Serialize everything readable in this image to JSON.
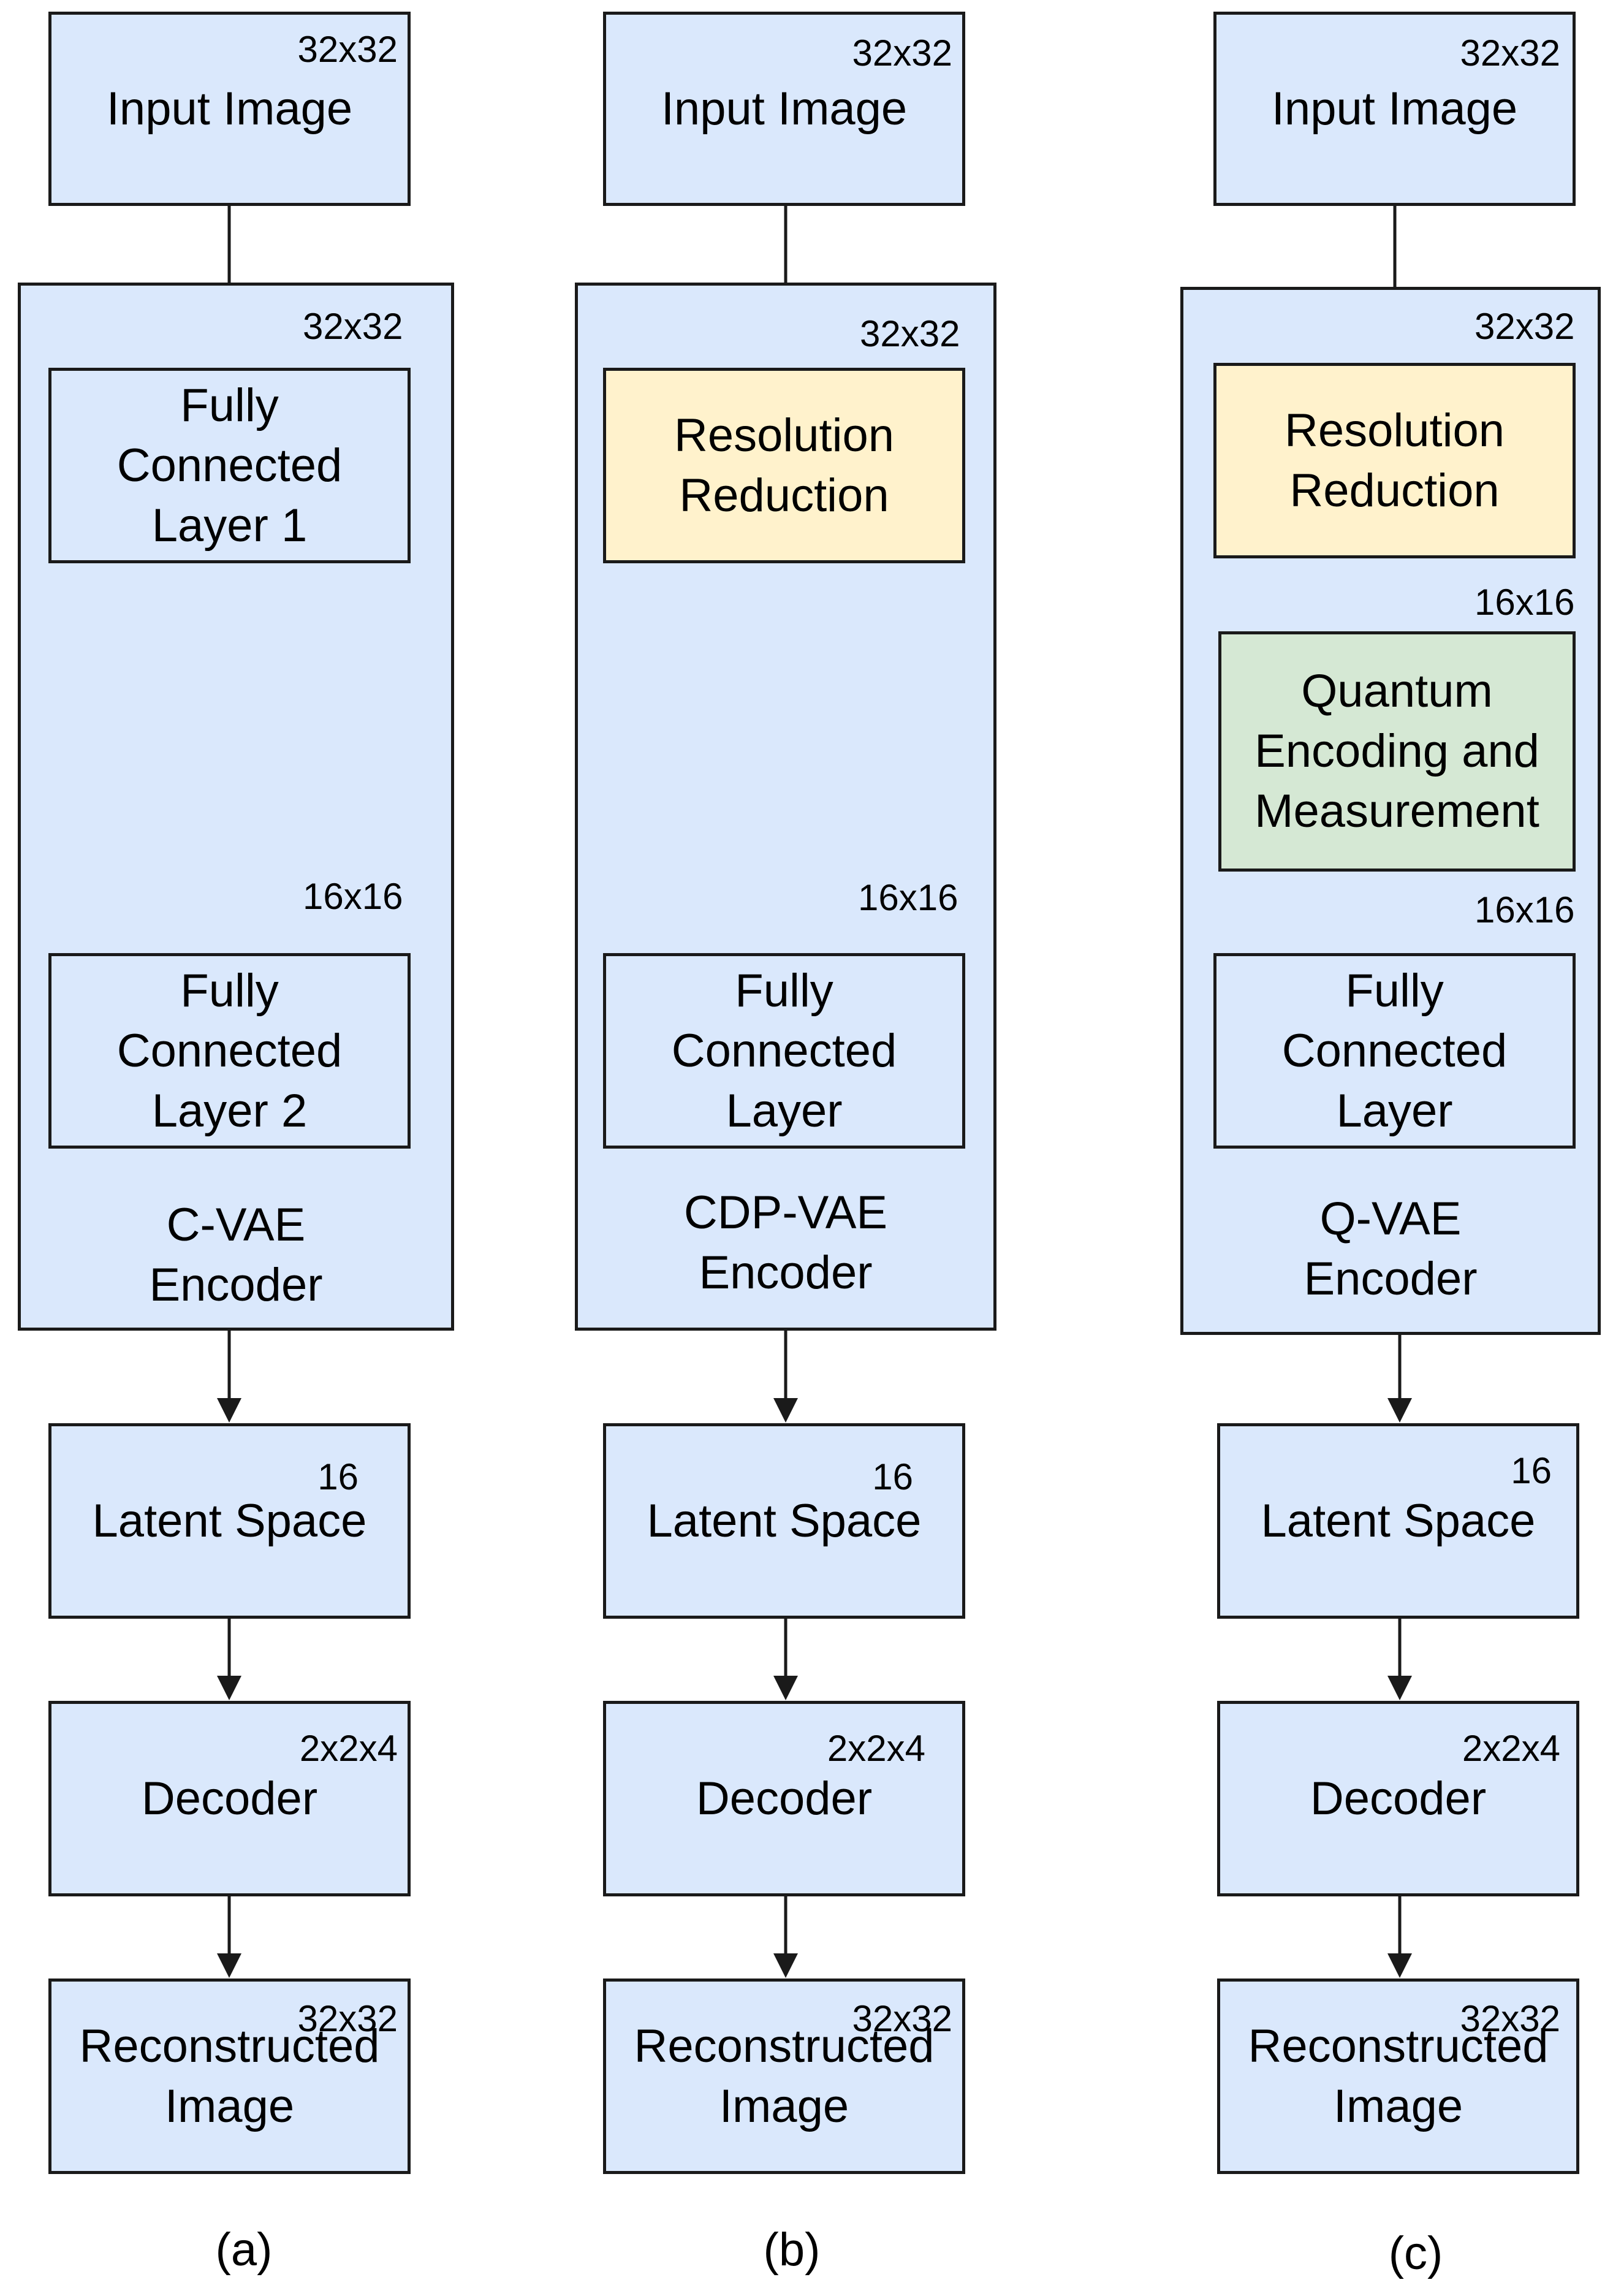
{
  "columns": [
    {
      "caption": "(a)",
      "input": {
        "label": "Input Image",
        "dim": "32x32"
      },
      "encoder": {
        "label": "C-VAE\nEncoder",
        "dim_top": "32x32",
        "blocks": [
          {
            "label": "Fully\nConnected\nLayer 1",
            "color": "#dae8fc"
          },
          {
            "label": "Fully\nConnected\nLayer 2",
            "color": "#dae8fc"
          }
        ],
        "inner_dims": [
          "16x16"
        ]
      },
      "latent": {
        "label": "Latent Space",
        "dim": "16"
      },
      "decoder": {
        "label": "Decoder",
        "dim": "2x2x4"
      },
      "output": {
        "label": "Reconstructed\nImage",
        "dim": "32x32"
      }
    },
    {
      "caption": "(b)",
      "input": {
        "label": "Input Image",
        "dim": "32x32"
      },
      "encoder": {
        "label": "CDP-VAE\nEncoder",
        "dim_top": "32x32",
        "blocks": [
          {
            "label": "Resolution\nReduction",
            "color": "#fff2cc"
          },
          {
            "label": "Fully\nConnected\nLayer",
            "color": "#dae8fc"
          }
        ],
        "inner_dims": [
          "16x16"
        ]
      },
      "latent": {
        "label": "Latent Space",
        "dim": "16"
      },
      "decoder": {
        "label": "Decoder",
        "dim": "2x2x4"
      },
      "output": {
        "label": "Reconstructed\nImage",
        "dim": "32x32"
      }
    },
    {
      "caption": "(c)",
      "input": {
        "label": "Input Image",
        "dim": "32x32"
      },
      "encoder": {
        "label": "Q-VAE\nEncoder",
        "dim_top": "32x32",
        "blocks": [
          {
            "label": "Resolution\nReduction",
            "color": "#fff2cc"
          },
          {
            "label": "Quantum\nEncoding and\nMeasurement",
            "color": "#d5e8d4"
          },
          {
            "label": "Fully\nConnected\nLayer",
            "color": "#dae8fc"
          }
        ],
        "inner_dims": [
          "16x16",
          "16x16"
        ]
      },
      "latent": {
        "label": "Latent Space",
        "dim": "16"
      },
      "decoder": {
        "label": "Decoder",
        "dim": "2x2x4"
      },
      "output": {
        "label": "Reconstructed\nImage",
        "dim": "32x32"
      }
    }
  ],
  "colors": {
    "box_fill": "#dae8fc",
    "reduction_fill": "#fff2cc",
    "quantum_fill": "#d5e8d4",
    "stroke": "#1a1a1a"
  }
}
